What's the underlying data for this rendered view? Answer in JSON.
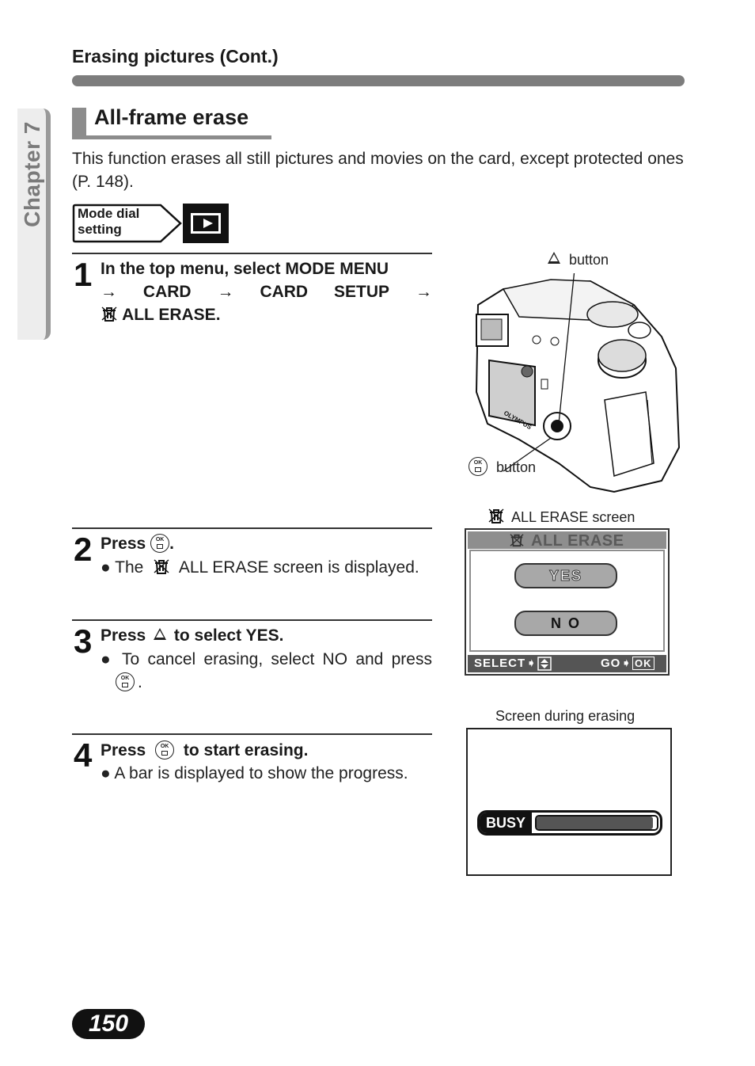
{
  "header": {
    "section_title": "Erasing pictures (Cont.)",
    "chapter_label": "Chapter 7"
  },
  "section": {
    "title": "All-frame erase",
    "intro": "This function erases all still pictures and movies on the card, except protected ones (P. 148)."
  },
  "mode_dial": {
    "label_line1": "Mode dial",
    "label_line2": "setting",
    "icon": "playback-icon"
  },
  "steps": [
    {
      "number": "1",
      "line1": "In the top menu, select MODE MENU",
      "line2_parts": [
        "→",
        "CARD",
        "→",
        "CARD",
        "SETUP",
        "→"
      ],
      "line3": "ALL ERASE."
    },
    {
      "number": "2",
      "title_prefix": "Press",
      "title_suffix": ".",
      "bullet_prefix": "The",
      "bullet_suffix": "ALL ERASE screen is displayed."
    },
    {
      "number": "3",
      "title_prefix": "Press",
      "title_suffix": "to select YES.",
      "bullet": "To cancel erasing, select NO and press",
      "bullet_end": "."
    },
    {
      "number": "4",
      "title_prefix": "Press",
      "title_suffix": "to start erasing.",
      "bullet": "A bar is displayed to show the progress."
    }
  ],
  "figure_camera": {
    "up_button_label": "button",
    "ok_button_label": "button",
    "brand": "OLYMPUS"
  },
  "screen_all_erase": {
    "caption": "ALL ERASE screen",
    "title": "ALL ERASE",
    "yes": "YES",
    "no": "N O",
    "footer_select": "SELECT",
    "footer_go": "GO",
    "footer_ok": "OK"
  },
  "screen_erasing": {
    "caption": "Screen during erasing",
    "busy": "BUSY",
    "progress": 0.97
  },
  "icons": {
    "ok_text": "OK"
  },
  "page_number": "150"
}
